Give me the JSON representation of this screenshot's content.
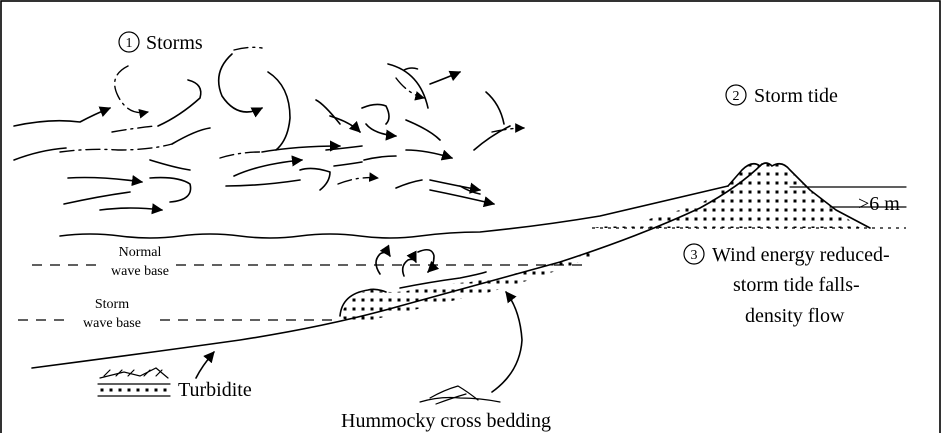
{
  "labels": {
    "storms_num": "1",
    "storms": "Storms",
    "storm_tide_num": "2",
    "storm_tide": "Storm tide",
    "height": ">6 m",
    "wind_num": "3",
    "wind_line1": "Wind energy reduced-",
    "wind_line2": "storm tide falls-",
    "wind_line3": "density flow",
    "normal_line1": "Normal",
    "normal_line2": "wave base",
    "storm_line1": "Storm",
    "storm_line2": "wave base",
    "turbidite": "Turbidite",
    "hummocky": "Hummocky cross bedding"
  }
}
